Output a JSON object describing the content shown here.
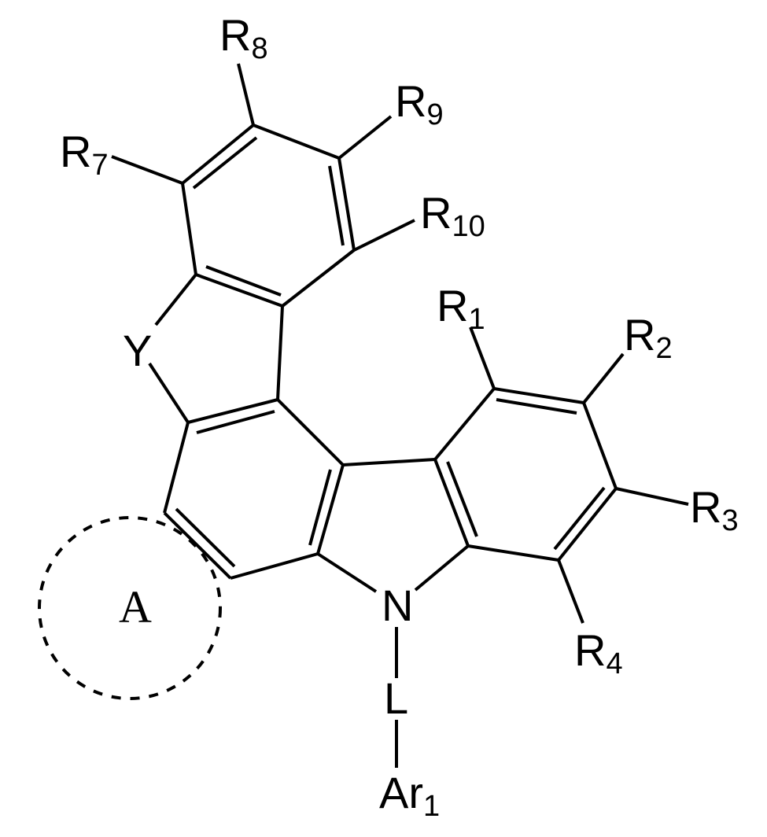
{
  "figure": {
    "type": "chemical-structure",
    "stroke_color": "#000000",
    "background": "#ffffff"
  },
  "labels": {
    "R8": {
      "main": "R",
      "sub": "8"
    },
    "R9": {
      "main": "R",
      "sub": "9"
    },
    "R7": {
      "main": "R",
      "sub": "7"
    },
    "R10": {
      "main": "R",
      "sub": "10"
    },
    "R1": {
      "main": "R",
      "sub": "1"
    },
    "R2": {
      "main": "R",
      "sub": "2"
    },
    "R3": {
      "main": "R",
      "sub": "3"
    },
    "R4": {
      "main": "R",
      "sub": "4"
    },
    "Y": {
      "main": "Y"
    },
    "N": {
      "main": "N"
    },
    "L": {
      "main": "L"
    },
    "Ar1": {
      "main": "Ar",
      "sub": "1"
    },
    "A": {
      "main": "A"
    }
  }
}
